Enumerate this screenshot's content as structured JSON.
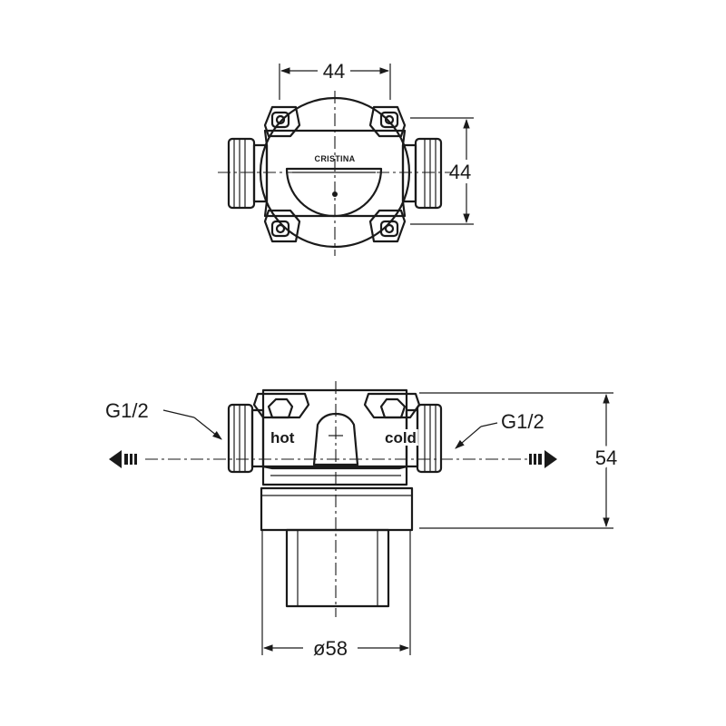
{
  "top_view": {
    "brand": "CRISTINA",
    "dim_width": "44",
    "dim_height": "44"
  },
  "side_view": {
    "thread_left": "G1/2",
    "thread_right": "G1/2",
    "label_hot": "hot",
    "label_cold": "cold",
    "dim_height": "54",
    "dim_diameter": "ø58"
  }
}
